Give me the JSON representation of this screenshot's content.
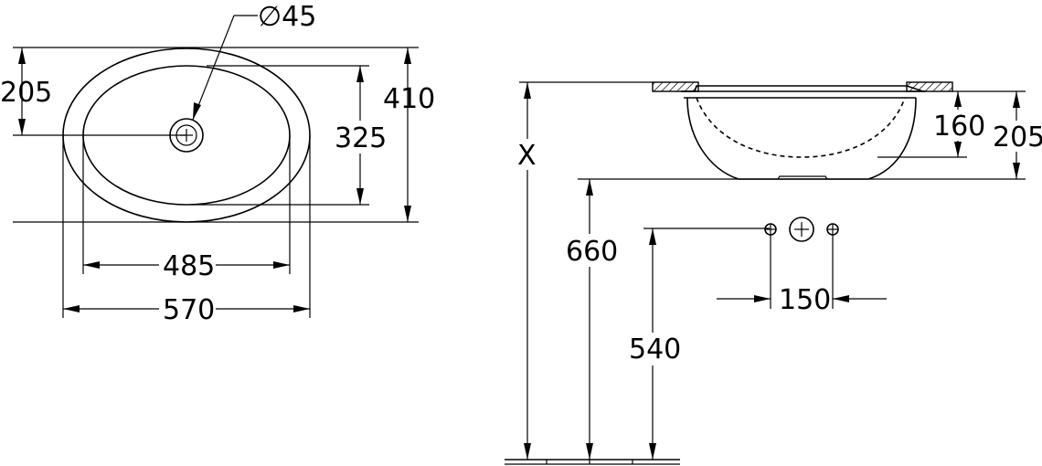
{
  "dimensions": {
    "drain_diameter": "∅45",
    "half_depth_outer": "205",
    "outer_depth": "410",
    "inner_depth": "325",
    "inner_width": "485",
    "outer_width": "570",
    "mount_height_variable": "X",
    "basin_depth_inner": "160",
    "basin_depth_outer": "205",
    "underside_height": "660",
    "tap_height": "540",
    "tap_spacing": "150"
  }
}
